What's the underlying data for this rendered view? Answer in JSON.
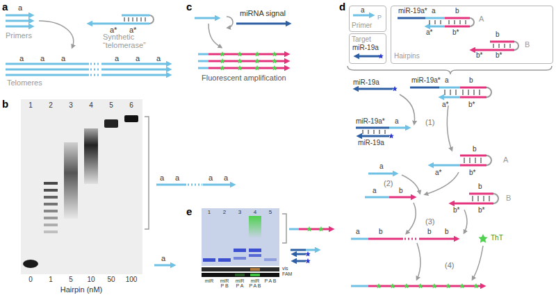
{
  "diagram": {
    "nodes": [
      {
        "text": [
          "a",
          "P",
          "Primer"
        ]
      },
      {
        "text": [
          "Target",
          "miR-19a"
        ]
      },
      {
        "text": [
          "miR-19a*",
          "a",
          "b",
          "a*",
          "b*",
          "A",
          "b",
          "b*",
          "b*",
          "B",
          "Hairpins"
        ]
      }
    ],
    "labels": [
      "a",
      "b",
      "c",
      "d",
      "e",
      "a",
      "Primers",
      "a*",
      "a*",
      "Synthetic “telomerase”",
      "a",
      "a",
      "a",
      "a",
      "a",
      "a",
      "Telomeres",
      "1",
      "2",
      "3",
      "4",
      "5",
      "6",
      "0",
      "1",
      "5",
      "10",
      "50",
      "100",
      "Hairpin (nM)",
      "a",
      "a",
      "a",
      "a",
      "a",
      "miRNA signal",
      "Fluorescent amplification",
      "1",
      "2",
      "3",
      "4",
      "5",
      "vis",
      "FAM",
      "miR",
      "miR P B",
      "miR P A",
      "miR P A B",
      "P A B",
      "miR-19a",
      "miR-19a*",
      "a",
      "b",
      "a*",
      "b*",
      "(1)",
      "miR-19a*",
      "a",
      "miR-19a",
      "a",
      "b",
      "a*",
      "b*",
      "A",
      "(2)",
      "a",
      "b",
      "b",
      "b*",
      "b*",
      "B",
      "(3)",
      "a",
      "b",
      "b",
      "b",
      "ThT",
      "(4)"
    ]
  }
}
